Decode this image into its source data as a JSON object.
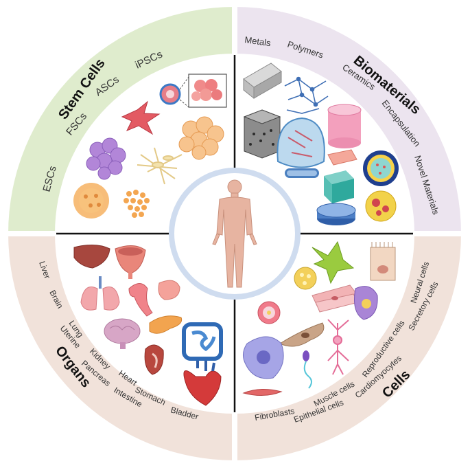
{
  "quadrants": {
    "stem_cells": {
      "title": "Stem Cells",
      "items": [
        "iPSCs",
        "ASCs",
        "FSCs",
        "ESCs"
      ],
      "color": "#dfeccd"
    },
    "biomaterials": {
      "title": "Biomaterials",
      "items": [
        "Metals",
        "Polymers",
        "Ceramics",
        "Encapsulation",
        "Novel Materials"
      ],
      "color": "#ece4ef"
    },
    "organs": {
      "title": "Organs",
      "items": [
        "Liver",
        "Brain",
        "Lung",
        "Uterine",
        "Kidney",
        "Pancreas",
        "Heart",
        "Intestine",
        "Stomach",
        "Bladder"
      ],
      "color": "#f1e2da"
    },
    "cells": {
      "title": "Cells",
      "items": [
        "Neural cells",
        "Secretory cells",
        "Reproductive cells",
        "Cardiomyocytes",
        "Muscle cells",
        "Epithelial cells",
        "Fibroblasts"
      ],
      "color": "#f1e2da"
    }
  },
  "center": {
    "figure": "human-body-icon",
    "ring_color": "#cfdcef"
  },
  "colors": {
    "divider": "#111111",
    "label": "#333333",
    "title": "#111111"
  }
}
